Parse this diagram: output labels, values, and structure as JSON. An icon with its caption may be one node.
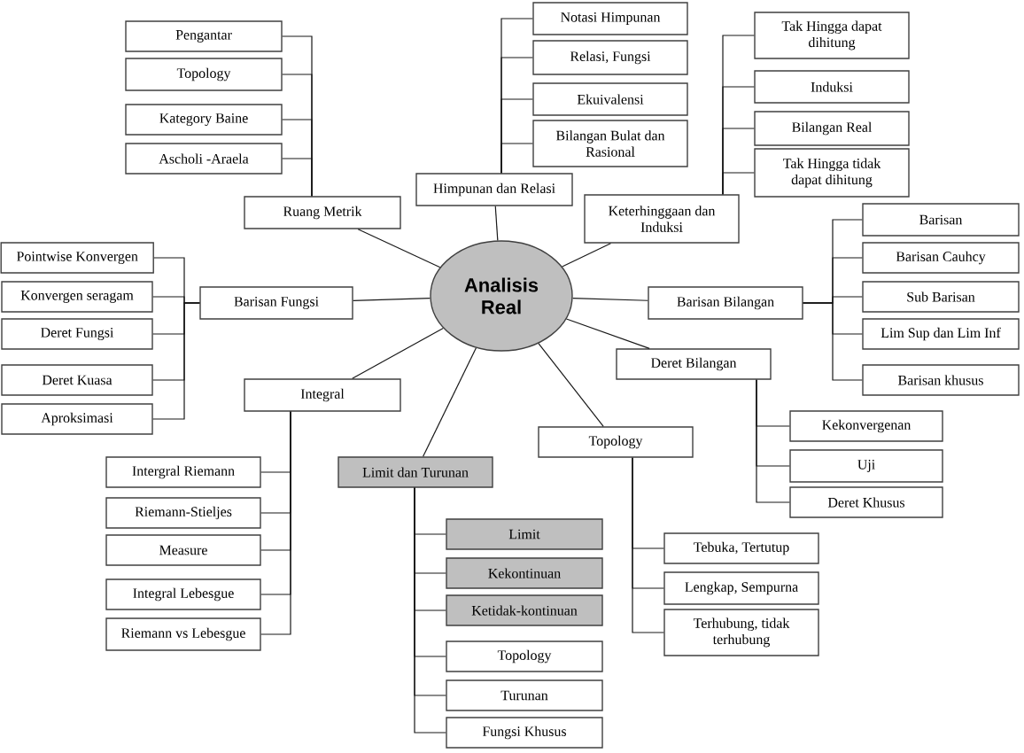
{
  "diagram": {
    "nodes": [
      {
        "text": [
          "Analisis Real"
        ]
      },
      {
        "text": [
          "Ruang Metrik"
        ]
      },
      {
        "text": [
          "Pengantar"
        ]
      },
      {
        "text": [
          "Topology"
        ]
      },
      {
        "text": [
          "Kategory Baine"
        ]
      },
      {
        "text": [
          "Ascholi -Araela"
        ]
      },
      {
        "text": [
          "Himpunan dan Relasi"
        ]
      },
      {
        "text": [
          "Notasi Himpunan"
        ]
      },
      {
        "text": [
          "Relasi, Fungsi"
        ]
      },
      {
        "text": [
          "Ekuivalensi"
        ]
      },
      {
        "text": [
          "Bilangan Bulat dan Rasional"
        ]
      },
      {
        "text": [
          "Keterhinggaan dan Induksi"
        ]
      },
      {
        "text": [
          "Tak Hingga dapat dihitung"
        ]
      },
      {
        "text": [
          "Induksi"
        ]
      },
      {
        "text": [
          "Bilangan Real"
        ]
      },
      {
        "text": [
          "Tak Hingga tidak dapat dihitung"
        ]
      },
      {
        "text": [
          "Barisan Fungsi"
        ]
      },
      {
        "text": [
          "Pointwise Konvergen"
        ]
      },
      {
        "text": [
          "Konvergen seragam"
        ]
      },
      {
        "text": [
          "Deret Fungsi"
        ]
      },
      {
        "text": [
          "Deret Kuasa"
        ]
      },
      {
        "text": [
          "Aproksimasi"
        ]
      },
      {
        "text": [
          "Barisan Bilangan"
        ]
      },
      {
        "text": [
          "Barisan"
        ]
      },
      {
        "text": [
          "Barisan Cauhcy"
        ]
      },
      {
        "text": [
          "Sub Barisan"
        ]
      },
      {
        "text": [
          "Lim Sup dan Lim Inf"
        ]
      },
      {
        "text": [
          "Barisan khusus"
        ]
      },
      {
        "text": [
          "Integral"
        ]
      },
      {
        "text": [
          "Intergral Riemann"
        ]
      },
      {
        "text": [
          "Riemann-Stieljes"
        ]
      },
      {
        "text": [
          "Measure"
        ]
      },
      {
        "text": [
          "Integral Lebesgue"
        ]
      },
      {
        "text": [
          "Riemann vs Lebesgue"
        ]
      },
      {
        "text": [
          "Deret Bilangan"
        ]
      },
      {
        "text": [
          "Kekonvergenan"
        ]
      },
      {
        "text": [
          "Uji"
        ]
      },
      {
        "text": [
          "Deret Khusus"
        ]
      },
      {
        "text": [
          "Limit dan Turunan"
        ]
      },
      {
        "text": [
          "Limit"
        ]
      },
      {
        "text": [
          "Kekontinuan"
        ]
      },
      {
        "text": [
          "Ketidak-kontinuan"
        ]
      },
      {
        "text": [
          "Topology"
        ]
      },
      {
        "text": [
          "Turunan"
        ]
      },
      {
        "text": [
          "Fungsi Khusus"
        ]
      },
      {
        "text": [
          "Topology"
        ]
      },
      {
        "text": [
          "Tebuka, Tertutup"
        ]
      },
      {
        "text": [
          "Lengkap, Sempurna"
        ]
      },
      {
        "text": [
          "Terhubung, tidak terhubung"
        ]
      }
    ],
    "edges": [
      {
        "from": 0,
        "to": 1,
        "arrow": "none"
      },
      {
        "from": 0,
        "to": 6,
        "arrow": "none"
      },
      {
        "from": 0,
        "to": 11,
        "arrow": "none"
      },
      {
        "from": 0,
        "to": 16,
        "arrow": "none"
      },
      {
        "from": 0,
        "to": 22,
        "arrow": "none"
      },
      {
        "from": 0,
        "to": 28,
        "arrow": "none"
      },
      {
        "from": 0,
        "to": 34,
        "arrow": "none"
      },
      {
        "from": 0,
        "to": 38,
        "arrow": "none"
      },
      {
        "from": 0,
        "to": 45,
        "arrow": "none"
      },
      {
        "from": 1,
        "to": 2,
        "arrow": "none"
      },
      {
        "from": 1,
        "to": 3,
        "arrow": "none"
      },
      {
        "from": 1,
        "to": 4,
        "arrow": "none"
      },
      {
        "from": 1,
        "to": 5,
        "arrow": "none"
      },
      {
        "from": 6,
        "to": 7,
        "arrow": "none"
      },
      {
        "from": 6,
        "to": 8,
        "arrow": "none"
      },
      {
        "from": 6,
        "to": 9,
        "arrow": "none"
      },
      {
        "from": 6,
        "to": 10,
        "arrow": "none"
      },
      {
        "from": 11,
        "to": 12,
        "arrow": "none"
      },
      {
        "from": 11,
        "to": 13,
        "arrow": "none"
      },
      {
        "from": 11,
        "to": 14,
        "arrow": "none"
      },
      {
        "from": 11,
        "to": 15,
        "arrow": "none"
      },
      {
        "from": 16,
        "to": 17,
        "arrow": "none"
      },
      {
        "from": 16,
        "to": 18,
        "arrow": "none"
      },
      {
        "from": 16,
        "to": 19,
        "arrow": "none"
      },
      {
        "from": 16,
        "to": 20,
        "arrow": "none"
      },
      {
        "from": 16,
        "to": 21,
        "arrow": "none"
      },
      {
        "from": 22,
        "to": 23,
        "arrow": "none"
      },
      {
        "from": 22,
        "to": 24,
        "arrow": "none"
      },
      {
        "from": 22,
        "to": 25,
        "arrow": "none"
      },
      {
        "from": 22,
        "to": 26,
        "arrow": "none"
      },
      {
        "from": 22,
        "to": 27,
        "arrow": "none"
      },
      {
        "from": 28,
        "to": 29,
        "arrow": "none"
      },
      {
        "from": 28,
        "to": 30,
        "arrow": "none"
      },
      {
        "from": 28,
        "to": 31,
        "arrow": "none"
      },
      {
        "from": 28,
        "to": 32,
        "arrow": "none"
      },
      {
        "from": 28,
        "to": 33,
        "arrow": "none"
      },
      {
        "from": 34,
        "to": 35,
        "arrow": "none"
      },
      {
        "from": 34,
        "to": 36,
        "arrow": "none"
      },
      {
        "from": 34,
        "to": 37,
        "arrow": "none"
      },
      {
        "from": 38,
        "to": 39,
        "arrow": "none"
      },
      {
        "from": 38,
        "to": 40,
        "arrow": "none"
      },
      {
        "from": 38,
        "to": 41,
        "arrow": "none"
      },
      {
        "from": 38,
        "to": 42,
        "arrow": "none"
      },
      {
        "from": 38,
        "to": 43,
        "arrow": "none"
      },
      {
        "from": 38,
        "to": 44,
        "arrow": "none"
      },
      {
        "from": 45,
        "to": 46,
        "arrow": "none"
      },
      {
        "from": 45,
        "to": 47,
        "arrow": "none"
      },
      {
        "from": 45,
        "to": 48,
        "arrow": "none"
      }
    ]
  }
}
